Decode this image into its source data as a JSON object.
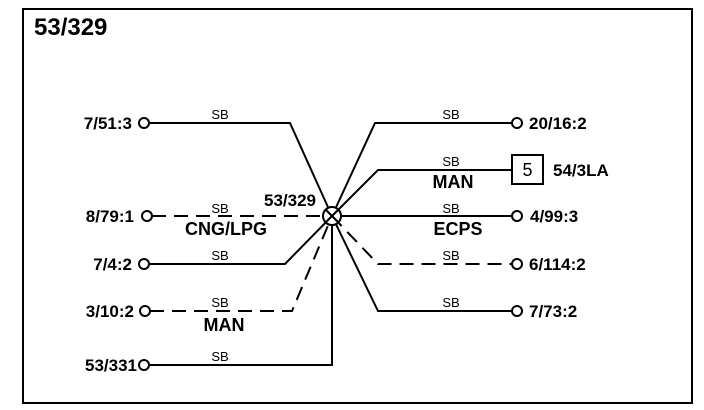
{
  "diagram": {
    "title": "53/329",
    "splice_label": "53/329",
    "wire_label": "SB",
    "left_terminals": [
      "7/51:3",
      "8/79:1",
      "7/4:2",
      "3/10:2",
      "53/331"
    ],
    "right_terminals": [
      "20/16:2",
      "54/3LA",
      "4/99:3",
      "6/114:2",
      "7/73:2"
    ],
    "connector_pin": "5",
    "notes": {
      "cng_lpg": "CNG/LPG",
      "man_left": "MAN",
      "man_right": "MAN",
      "ecps": "ECPS"
    }
  }
}
